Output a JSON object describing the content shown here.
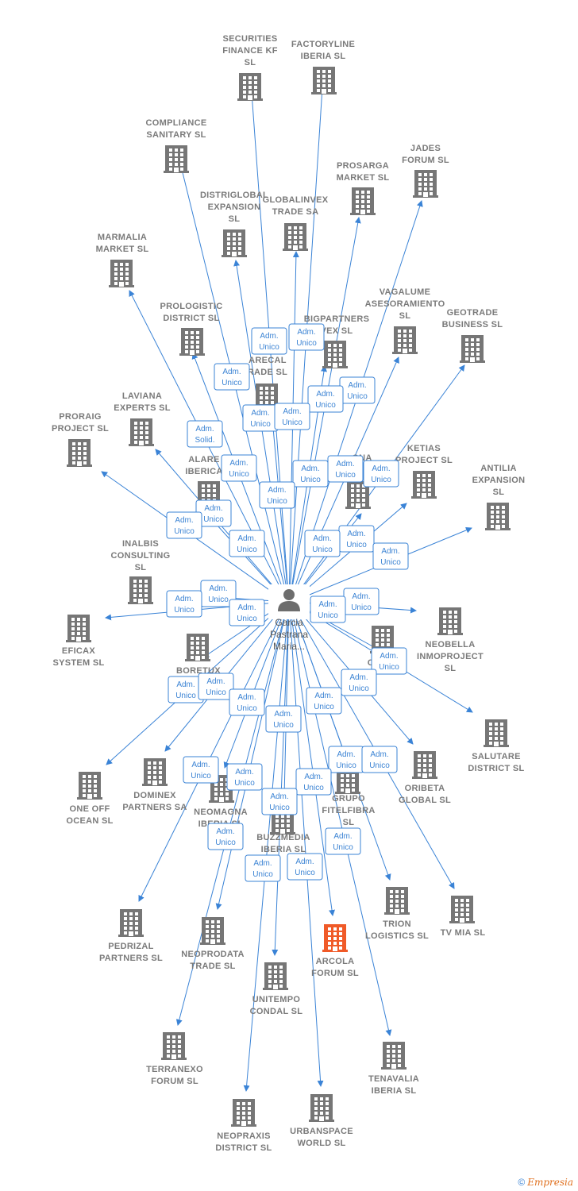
{
  "center": {
    "name_lines": [
      "Garcia",
      "Pastrana",
      "Maria..."
    ],
    "icon": "person-icon"
  },
  "colors": {
    "edge": "#3a83d6",
    "building": "#767676",
    "highlight": "#f05a28",
    "role_border": "#3a83d6",
    "role_text": "#3a83d6"
  },
  "footer": {
    "copyright": "©",
    "brand": "Empresia"
  },
  "companies": [
    {
      "id": "securities-finance-kf",
      "lines": [
        "SECURITIES",
        "FINANCE KF",
        "SL"
      ],
      "role": [
        "Adm.",
        "Unico"
      ]
    },
    {
      "id": "factoryline-iberia",
      "lines": [
        "FACTORYLINE",
        "IBERIA  SL"
      ],
      "role": [
        "Adm.",
        "Unico"
      ]
    },
    {
      "id": "compliance-sanitary",
      "lines": [
        "COMPLIANCE",
        "SANITARY  SL"
      ],
      "role": [
        "Adm.",
        "Unico"
      ]
    },
    {
      "id": "jades-forum",
      "lines": [
        "JADES",
        "FORUM  SL"
      ],
      "role": [
        "Adm.",
        "Unico"
      ]
    },
    {
      "id": "prosarga-market",
      "lines": [
        "PROSARGA",
        "MARKET  SL"
      ],
      "role": [
        "Adm.",
        "Unico"
      ]
    },
    {
      "id": "distriglobal-expansion",
      "lines": [
        "DISTRIGLOBAL",
        "EXPANSION",
        "SL"
      ],
      "role": [
        "Adm.",
        "Unico"
      ]
    },
    {
      "id": "globalinvex-trade",
      "lines": [
        "GLOBALINVEX",
        "TRADE SA"
      ],
      "role": [
        "Adm.",
        "Unico"
      ]
    },
    {
      "id": "marmalia-market",
      "lines": [
        "MARMALIA",
        "MARKET  SL"
      ],
      "role": [
        "Adm.",
        "Solid."
      ]
    },
    {
      "id": "vagalume-asesoramiento",
      "lines": [
        "VAGALUME",
        "ASESORAMIENTO",
        "SL"
      ],
      "role": [
        "Adm.",
        "Unico"
      ]
    },
    {
      "id": "geotrade-business",
      "lines": [
        "GEOTRADE",
        "BUSINESS  SL"
      ],
      "role": [
        "Adm.",
        "Unico"
      ]
    },
    {
      "id": "prologistic-district",
      "lines": [
        "PROLOGISTIC",
        "DISTRICT  SL"
      ],
      "role": [
        "Adm.",
        "Unico"
      ]
    },
    {
      "id": "bigpartners-invex",
      "lines": [
        "BIGPARTNERS",
        "VEX  SL"
      ],
      "role": [
        "Adm.",
        "Unico"
      ]
    },
    {
      "id": "arecal-trade",
      "lines": [
        "ARECAL",
        "RADE  SL"
      ],
      "role": [
        "Adm.",
        "Unico"
      ]
    },
    {
      "id": "laviana-experts",
      "lines": [
        "LAVIANA",
        "EXPERTS  SL"
      ],
      "role": [
        "Adm.",
        "Unico"
      ]
    },
    {
      "id": "proraig-project",
      "lines": [
        "PRORAIG",
        "PROJECT  SL"
      ],
      "role": [
        "Adm.",
        "Unico"
      ]
    },
    {
      "id": "ketias-project",
      "lines": [
        "KETIAS",
        "PROJECT  SL"
      ],
      "role": [
        "Adm.",
        "Unico"
      ]
    },
    {
      "id": "gna",
      "lines": [
        "GNA"
      ],
      "role": [
        "Adm.",
        "Unico"
      ]
    },
    {
      "id": "antilia-expansion",
      "lines": [
        "ANTILIA",
        "EXPANSION",
        "SL"
      ],
      "role": [
        "Adm.",
        "Unico"
      ]
    },
    {
      "id": "alare-iberica",
      "lines": [
        "ALARE",
        "IBERICA"
      ],
      "role": [
        "Adm.",
        "Unico"
      ]
    },
    {
      "id": "inalbis-consulting",
      "lines": [
        "INALBIS",
        "CONSULTING",
        "SL"
      ],
      "role": [
        "Adm.",
        "Unico"
      ]
    },
    {
      "id": "eficax-system",
      "lines": [
        "EFICAX",
        "SYSTEM SL"
      ],
      "role": [
        "Adm.",
        "Unico"
      ]
    },
    {
      "id": "neobella-inmoproject",
      "lines": [
        "NEOBELLA",
        "INMOPROJECT",
        "SL"
      ],
      "role": [
        "Adm.",
        "Unico"
      ]
    },
    {
      "id": "omn",
      "lines": [
        "OMN"
      ],
      "role": [
        "Adm.",
        "Unico"
      ]
    },
    {
      "id": "boretux",
      "lines": [
        "BORETUX"
      ],
      "role": [
        "Adm.",
        "Unico"
      ]
    },
    {
      "id": "salutare-district",
      "lines": [
        "SALUTARE",
        "DISTRICT  SL"
      ],
      "role": [
        "Adm.",
        "Unico"
      ]
    },
    {
      "id": "one-off-ocean",
      "lines": [
        "ONE OFF",
        "OCEAN  SL"
      ],
      "role": [
        "Adm.",
        "Unico"
      ]
    },
    {
      "id": "dominex-partners",
      "lines": [
        "DOMINEX",
        "PARTNERS SA"
      ],
      "role": [
        "Adm.",
        "Unico"
      ]
    },
    {
      "id": "oribeta-global",
      "lines": [
        "ORIBETA",
        "GLOBAL  SL"
      ],
      "role": [
        "Adm.",
        "Unico"
      ]
    },
    {
      "id": "neomagna-iberia",
      "lines": [
        "NEOMAGNA",
        "IBERIA  SL"
      ],
      "role": [
        "Adm.",
        "Unico"
      ]
    },
    {
      "id": "grupo-fitelfibra",
      "lines": [
        "GRUPO",
        "FITELFIBRA",
        "SL"
      ],
      "role": [
        "Adm.",
        "Unico"
      ]
    },
    {
      "id": "buzzmedia-iberia",
      "lines": [
        "BUZZMEDIA",
        "IBERIA  SL"
      ],
      "role": [
        "Adm.",
        "Unico"
      ]
    },
    {
      "id": "trion-logistics",
      "lines": [
        "TRION",
        "LOGISTICS  SL"
      ],
      "role": [
        "Adm.",
        "Unico"
      ]
    },
    {
      "id": "tv-mia",
      "lines": [
        "TV MIA  SL"
      ],
      "role": [
        "Adm.",
        "Unico"
      ]
    },
    {
      "id": "pedrizal-partners",
      "lines": [
        "PEDRIZAL",
        "PARTNERS  SL"
      ],
      "role": [
        "Adm.",
        "Unico"
      ]
    },
    {
      "id": "neoprodata-trade",
      "lines": [
        "NEOPRODATA",
        "TRADE  SL"
      ],
      "role": [
        "Adm.",
        "Unico"
      ]
    },
    {
      "id": "arcola-forum",
      "lines": [
        "ARCOLA",
        "FORUM  SL"
      ],
      "role": [
        "Adm.",
        "Unico"
      ],
      "highlight": true
    },
    {
      "id": "unitempo-condal",
      "lines": [
        "UNITEMPO",
        "CONDAL  SL"
      ],
      "role": [
        "Adm.",
        "Unico"
      ]
    },
    {
      "id": "terranexo-forum",
      "lines": [
        "TERRANEXO",
        "FORUM  SL"
      ],
      "role": [
        "Adm.",
        "Unico"
      ]
    },
    {
      "id": "tenavalia-iberia",
      "lines": [
        "TENAVALIA",
        "IBERIA  SL"
      ],
      "role": [
        "Adm.",
        "Unico"
      ]
    },
    {
      "id": "neopraxis-district",
      "lines": [
        "NEOPRAXIS",
        "DISTRICT  SL"
      ],
      "role": [
        "Adm.",
        "Unico"
      ]
    },
    {
      "id": "urbanspace-world",
      "lines": [
        "URBANSPACE",
        "WORLD  SL"
      ],
      "role": [
        "Adm.",
        "Unico"
      ]
    }
  ]
}
